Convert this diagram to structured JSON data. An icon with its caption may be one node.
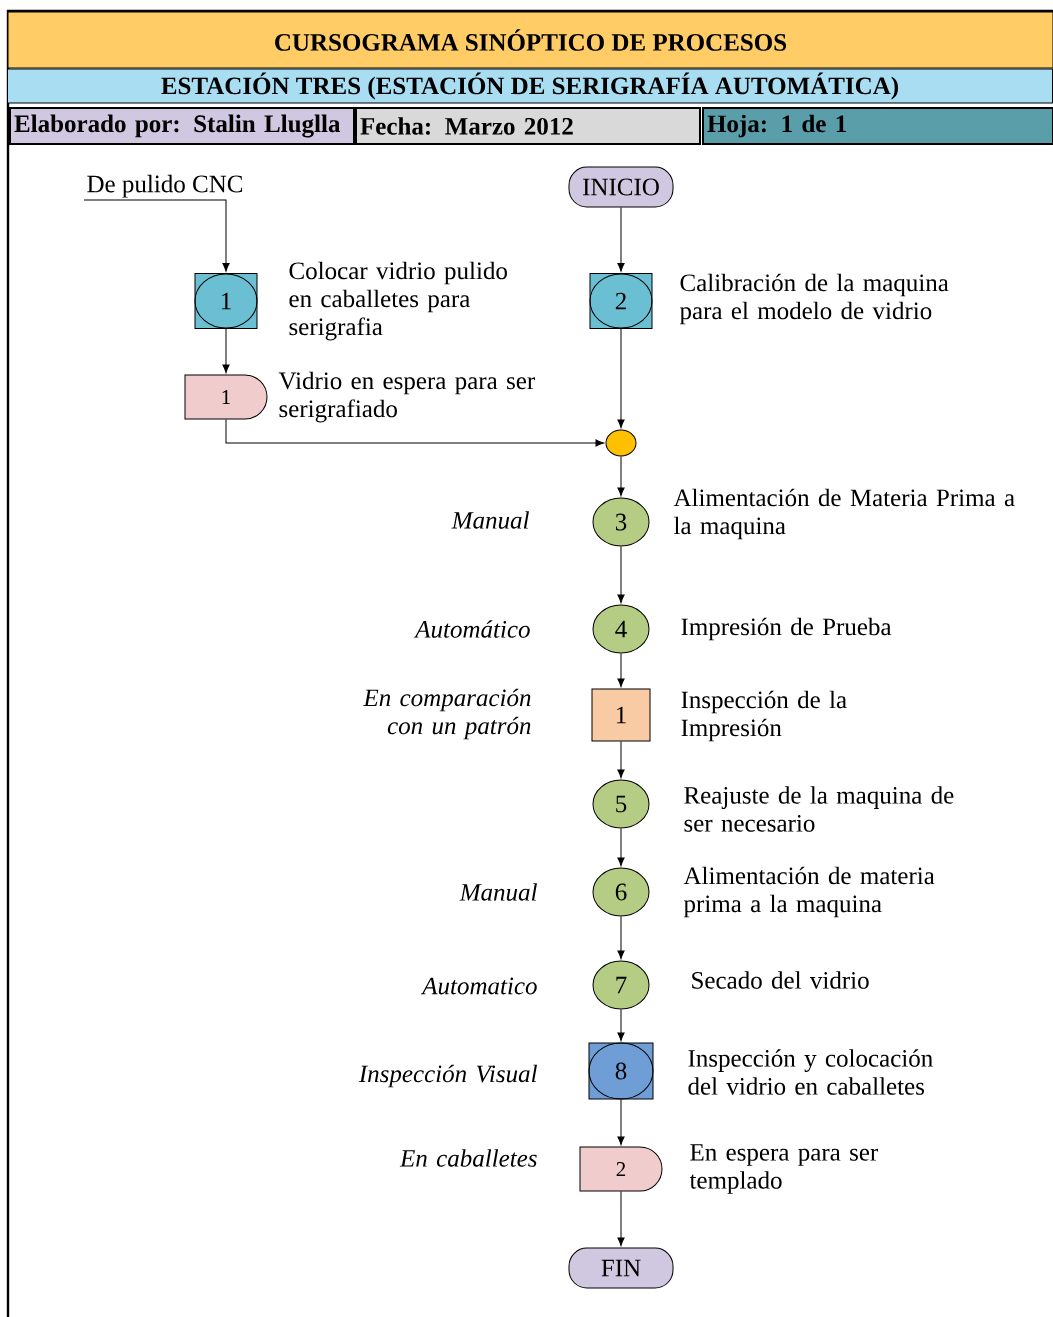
{
  "diagram": {
    "title": "CURSOGRAMA SINÓPTICO DE PROCESOS",
    "nodes": [
      {
        "text": [
          "ESTACIÓN TRES (ESTACIÓN DE SERIGRAFÍA AUTOMÁTICA)"
        ]
      },
      {
        "text": [
          "Elaborado por: Stalin Lluglla"
        ]
      },
      {
        "text": [
          "Fecha: Marzo 2012"
        ]
      },
      {
        "text": [
          "Hoja: 1 de 1"
        ]
      },
      {
        "text": [
          "De pulido CNC"
        ]
      },
      {
        "text": [
          "INICIO"
        ]
      },
      {
        "text": [
          "1"
        ],
        "beside": [
          "Colocar vidrio pulido en caballetes para serigrafia"
        ]
      },
      {
        "text": [
          "2"
        ],
        "beside": [
          "Calibración de la maquina para el modelo de vidrio"
        ]
      },
      {
        "text": [
          "1"
        ],
        "beside": [
          "Vidrio en espera para ser serigrafiado"
        ]
      },
      {
        "text": [],
        "shape": "circle"
      },
      {
        "text": [
          "3"
        ],
        "beside": [
          "Alimentación de Materia Prima a la maquina"
        ]
      },
      {
        "text": [
          "4"
        ],
        "beside": [
          "Impresión de Prueba"
        ]
      },
      {
        "text": [
          "1"
        ],
        "beside": [
          "Inspección de la Impresión"
        ]
      },
      {
        "text": [
          "5"
        ],
        "beside": [
          "Reajuste de la maquina de ser necesario"
        ]
      },
      {
        "text": [
          "6"
        ],
        "beside": [
          "Alimentación de materia prima a la maquina"
        ]
      },
      {
        "text": [
          "7"
        ],
        "beside": [
          "Secado del vidrio"
        ]
      },
      {
        "text": [
          "8"
        ],
        "beside": [
          "Inspección y colocación del vidrio en caballetes"
        ]
      },
      {
        "text": [
          "2"
        ],
        "beside": [
          "En espera para ser templado"
        ]
      },
      {
        "text": [
          "FIN"
        ]
      }
    ],
    "edges": [
      {
        "from": 4,
        "to": 6,
        "arrow": "to"
      },
      {
        "from": 6,
        "to": 8,
        "arrow": "to"
      },
      {
        "from": 8,
        "to": 9,
        "arrow": "to"
      },
      {
        "from": 5,
        "to": 7,
        "arrow": "to"
      },
      {
        "from": 7,
        "to": 9,
        "arrow": "to"
      },
      {
        "from": 9,
        "to": 10,
        "arrow": "to"
      },
      {
        "from": 10,
        "to": 11,
        "arrow": "to"
      },
      {
        "from": 11,
        "to": 12,
        "arrow": "to"
      },
      {
        "from": 12,
        "to": 13,
        "arrow": "to"
      },
      {
        "from": 13,
        "to": 14,
        "arrow": "to"
      },
      {
        "from": 14,
        "to": 15,
        "arrow": "to"
      },
      {
        "from": 15,
        "to": 16,
        "arrow": "to"
      },
      {
        "from": 16,
        "to": 17,
        "arrow": "to"
      },
      {
        "from": 17,
        "to": 18,
        "arrow": "to"
      }
    ],
    "labels": [
      "Manual",
      "Automático",
      "En comparación con un patrón",
      "Manual",
      "Automatico",
      "Inspección Visual",
      "En caballetes"
    ]
  }
}
